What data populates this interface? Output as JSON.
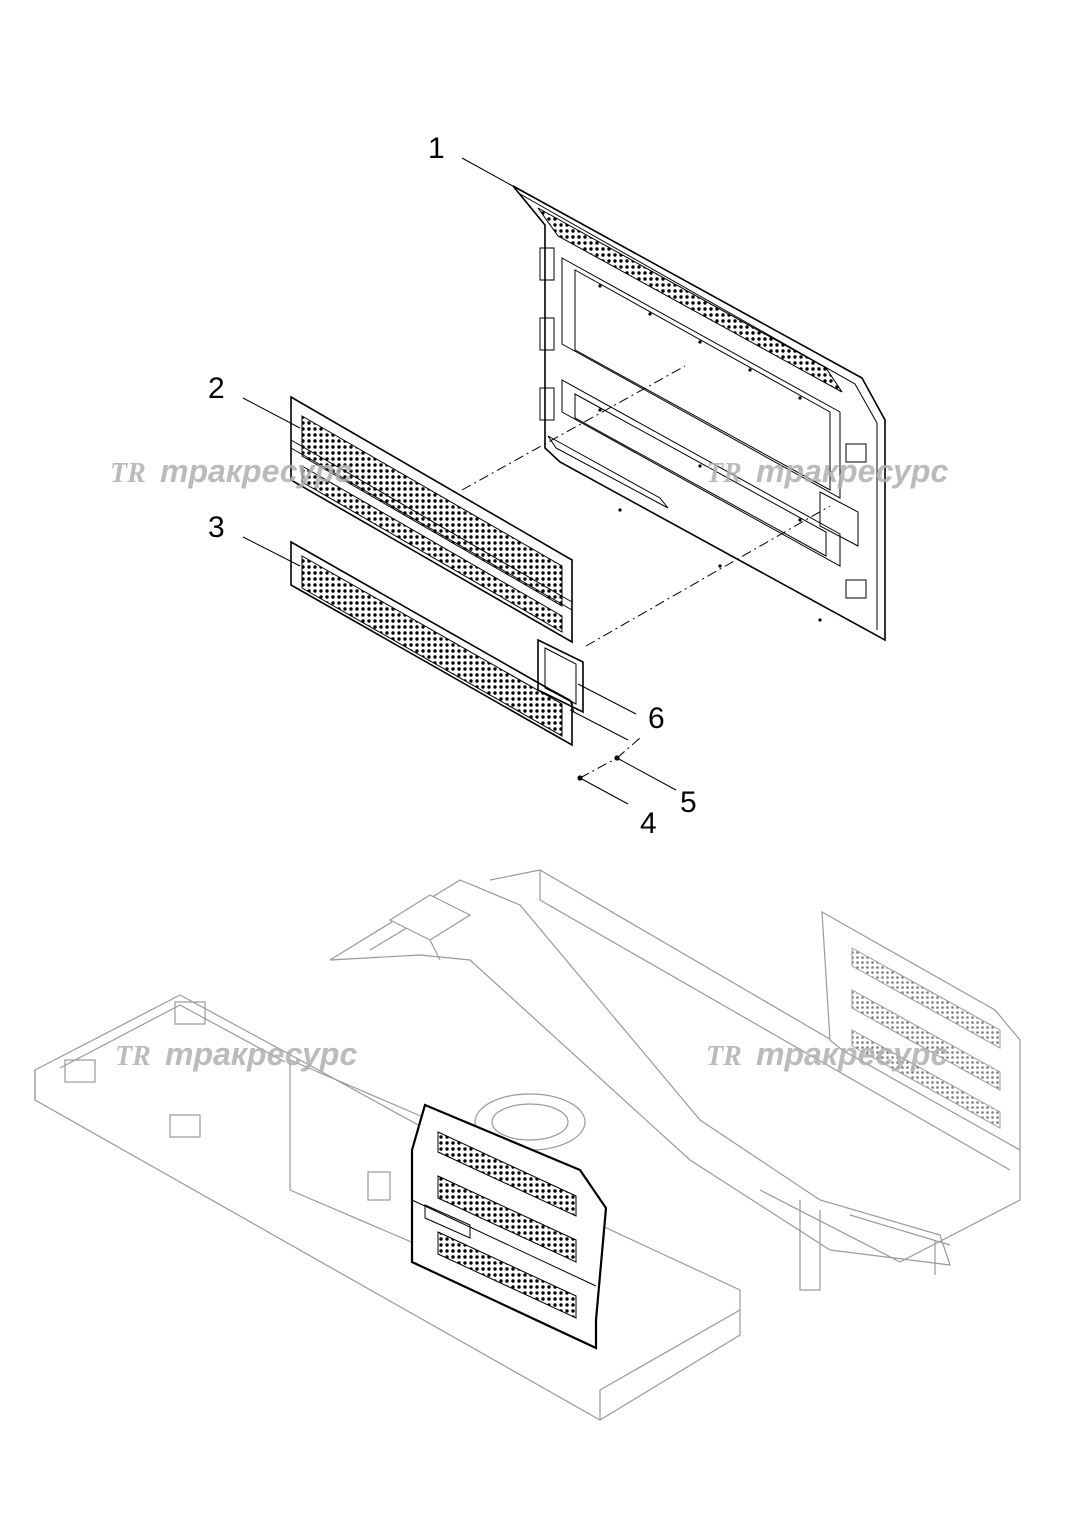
{
  "callouts": [
    {
      "id": "1",
      "label": "1"
    },
    {
      "id": "2",
      "label": "2"
    },
    {
      "id": "3",
      "label": "3"
    },
    {
      "id": "4",
      "label": "4"
    },
    {
      "id": "5",
      "label": "5"
    },
    {
      "id": "6",
      "label": "6"
    }
  ],
  "watermark": {
    "logo": "TR",
    "text": "тракресурс",
    "color": "#b0b0b0"
  },
  "colors": {
    "line": "#000000",
    "context_line": "#9a9a9a",
    "background": "#ffffff"
  }
}
